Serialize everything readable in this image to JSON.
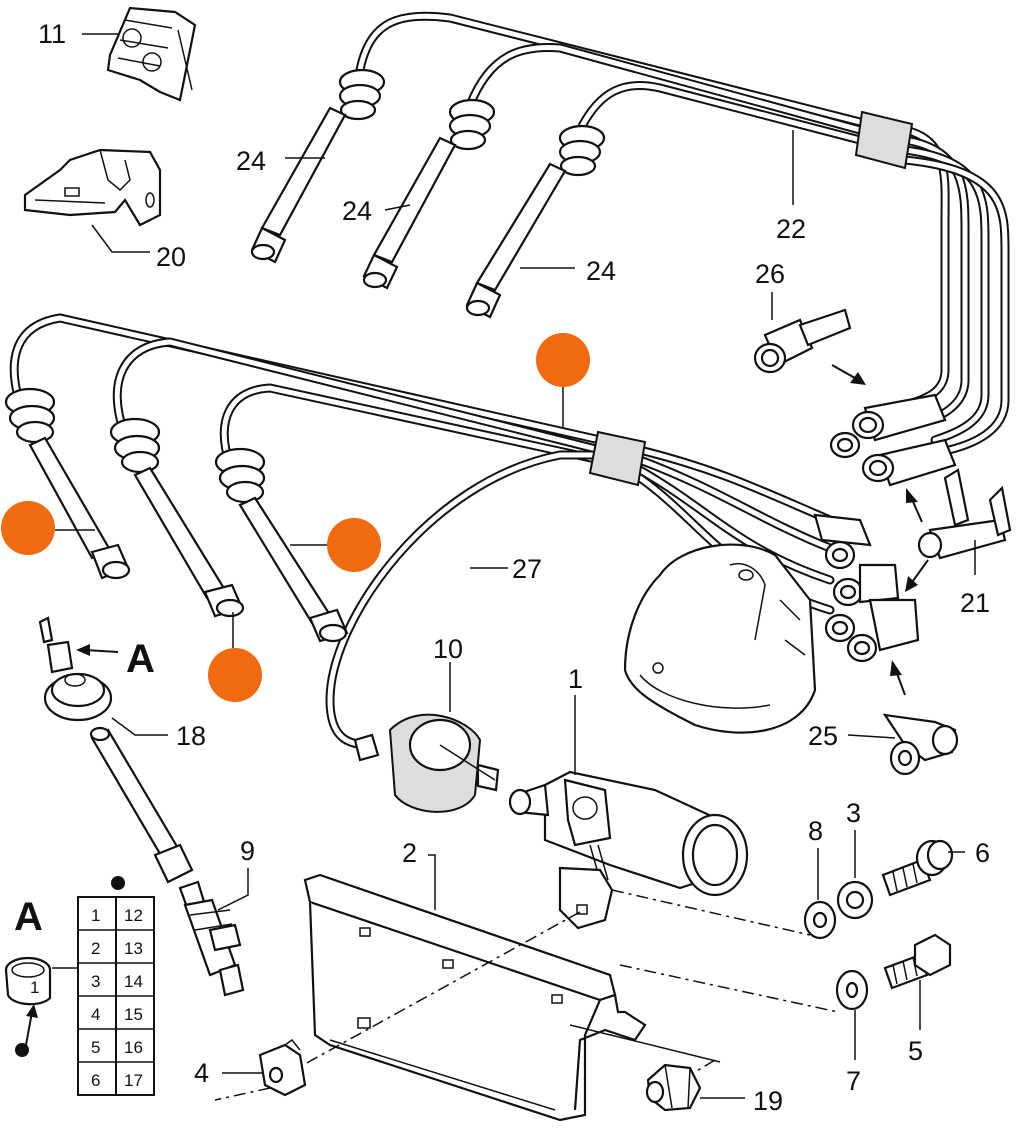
{
  "diagram": {
    "callouts": [
      {
        "id": "11",
        "text": "11"
      },
      {
        "id": "20",
        "text": "20"
      },
      {
        "id": "24a",
        "text": "24"
      },
      {
        "id": "24b",
        "text": "24"
      },
      {
        "id": "24c",
        "text": "24"
      },
      {
        "id": "22",
        "text": "22"
      },
      {
        "id": "26",
        "text": "26"
      },
      {
        "id": "27",
        "text": "27"
      },
      {
        "id": "21",
        "text": "21"
      },
      {
        "id": "10",
        "text": "10"
      },
      {
        "id": "1",
        "text": "1"
      },
      {
        "id": "18",
        "text": "18"
      },
      {
        "id": "25",
        "text": "25"
      },
      {
        "id": "9",
        "text": "9"
      },
      {
        "id": "2",
        "text": "2"
      },
      {
        "id": "8",
        "text": "8"
      },
      {
        "id": "3",
        "text": "3"
      },
      {
        "id": "6",
        "text": "6"
      },
      {
        "id": "5",
        "text": "5"
      },
      {
        "id": "7",
        "text": "7"
      },
      {
        "id": "4",
        "text": "4"
      },
      {
        "id": "19",
        "text": "19"
      }
    ],
    "detail_letter_top": "A",
    "detail_letter_bottom": "A",
    "detail_marker": "1",
    "number_grid": {
      "left": [
        "1",
        "2",
        "3",
        "4",
        "5",
        "6"
      ],
      "right": [
        "12",
        "13",
        "14",
        "15",
        "16",
        "17"
      ]
    },
    "highlight_color": "#F26A10"
  }
}
